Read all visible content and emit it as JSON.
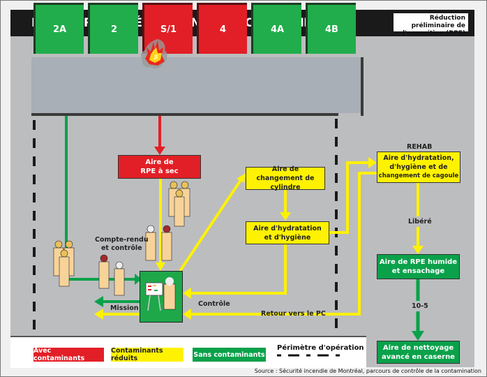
{
  "header": {
    "title": "PARCOURS DE RÉDUCTION DE LA CONTAMINATION",
    "rpe_note_line1": "Réduction préliminaire de",
    "rpe_note_line2": "l'exposition (RPE)"
  },
  "sectors": [
    {
      "label": "2A",
      "status": "clean",
      "color": "#21ad4b"
    },
    {
      "label": "2",
      "status": "clean",
      "color": "#21ad4b"
    },
    {
      "label": "S/1",
      "status": "fire",
      "color": "#e21f26"
    },
    {
      "label": "4",
      "status": "contaminated",
      "color": "#e21f26"
    },
    {
      "label": "4A",
      "status": "clean",
      "color": "#21ad4b"
    },
    {
      "label": "4B",
      "status": "clean",
      "color": "#21ad4b"
    }
  ],
  "areas": {
    "dry_rpe": {
      "line1": "Aire de",
      "line2": "RPE à sec"
    },
    "cylinder": {
      "line1": "Aire de",
      "line2": "changement de cylindre"
    },
    "hydration": {
      "line1": "Aire d'hydratation",
      "line2": "et d'hygiène"
    },
    "rehab_title": "REHAB",
    "rehab": {
      "line1": "Aire d'hydratation,",
      "line2": "d'hygiène et de",
      "line3": "changement de cagoule"
    },
    "wet_rpe": {
      "line1": "Aire de RPE humide",
      "line2": "et ensachage"
    },
    "cleaning": {
      "line1": "Aire de nettoyage",
      "line2": "avancé en caserne"
    }
  },
  "labels": {
    "debrief_line1": "Compte-rendu",
    "debrief_line2": "et contrôle",
    "mission": "Mission",
    "control": "Contrôle",
    "return_pc": "Retour vers le PC",
    "released": "Libéré",
    "code": "10-5"
  },
  "legend": {
    "contaminated": {
      "label": "Avec contaminants",
      "color": "#e21f26"
    },
    "reduced": {
      "label": "Contaminants réduits",
      "color": "#fff200"
    },
    "clean": {
      "label": "Sans contaminants",
      "color": "#0aa14a"
    },
    "perimeter": "Périmètre d'opération"
  },
  "source": "Source : Sécurité incendie de Montréal, parcours de contrôle de la contamination"
}
